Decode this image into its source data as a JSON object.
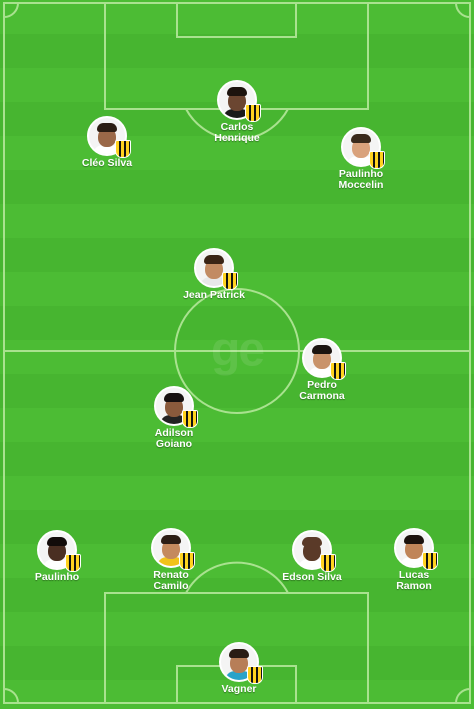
{
  "watermark": "ge",
  "colors": {
    "pitch_light": "#4cbc34",
    "pitch_dark": "#47b530",
    "line": "#a9e28f",
    "name_text": "#ffffff",
    "badge_gold": "#ffd21f",
    "badge_black": "#111111"
  },
  "formation": {
    "players": [
      {
        "id": "carlos-henrique",
        "name_lines": [
          "Carlos",
          "Henrique"
        ],
        "skin": "#6b4631",
        "hair": "#1c130e",
        "shirt": "#1a1a1a"
      },
      {
        "id": "cleo-silva",
        "name_lines": [
          "Cléo Silva"
        ],
        "skin": "#9a6848",
        "hair": "#2b1d14",
        "shirt": "#ffffff"
      },
      {
        "id": "paulinho-moccelin",
        "name_lines": [
          "Paulinho",
          "Moccelin"
        ],
        "skin": "#d9a27c",
        "hair": "#3a2a1c",
        "shirt": "#ffffff"
      },
      {
        "id": "jean-patrick",
        "name_lines": [
          "Jean Patrick"
        ],
        "skin": "#c28b63",
        "hair": "#3a2416",
        "shirt": "#e8e8e8"
      },
      {
        "id": "pedro-carmona",
        "name_lines": [
          "Pedro",
          "Carmona"
        ],
        "skin": "#c9936b",
        "hair": "#1b1410",
        "shirt": "#ffffff"
      },
      {
        "id": "adilson-goiano",
        "name_lines": [
          "Adilson",
          "Goiano"
        ],
        "skin": "#8a5a3c",
        "hair": "#161010",
        "shirt": "#222222"
      },
      {
        "id": "paulinho",
        "name_lines": [
          "Paulinho"
        ],
        "skin": "#4a2f22",
        "hair": "#120c0a",
        "shirt": "#ffffff"
      },
      {
        "id": "renato-camilo",
        "name_lines": [
          "Renato",
          "Camilo"
        ],
        "skin": "#c48a5e",
        "hair": "#2c1e15",
        "shirt": "#f2c21a"
      },
      {
        "id": "edson-silva",
        "name_lines": [
          "Edson Silva"
        ],
        "skin": "#5a3a28",
        "hair": "#5a3a28",
        "shirt": "#ffffff"
      },
      {
        "id": "lucas-ramon",
        "name_lines": [
          "Lucas",
          "Ramon"
        ],
        "skin": "#c08559",
        "hair": "#1c120d",
        "shirt": "#ffffff"
      },
      {
        "id": "vagner",
        "name_lines": [
          "Vagner"
        ],
        "skin": "#b77e58",
        "hair": "#2a1c14",
        "shirt": "#2aa3c9"
      }
    ]
  }
}
